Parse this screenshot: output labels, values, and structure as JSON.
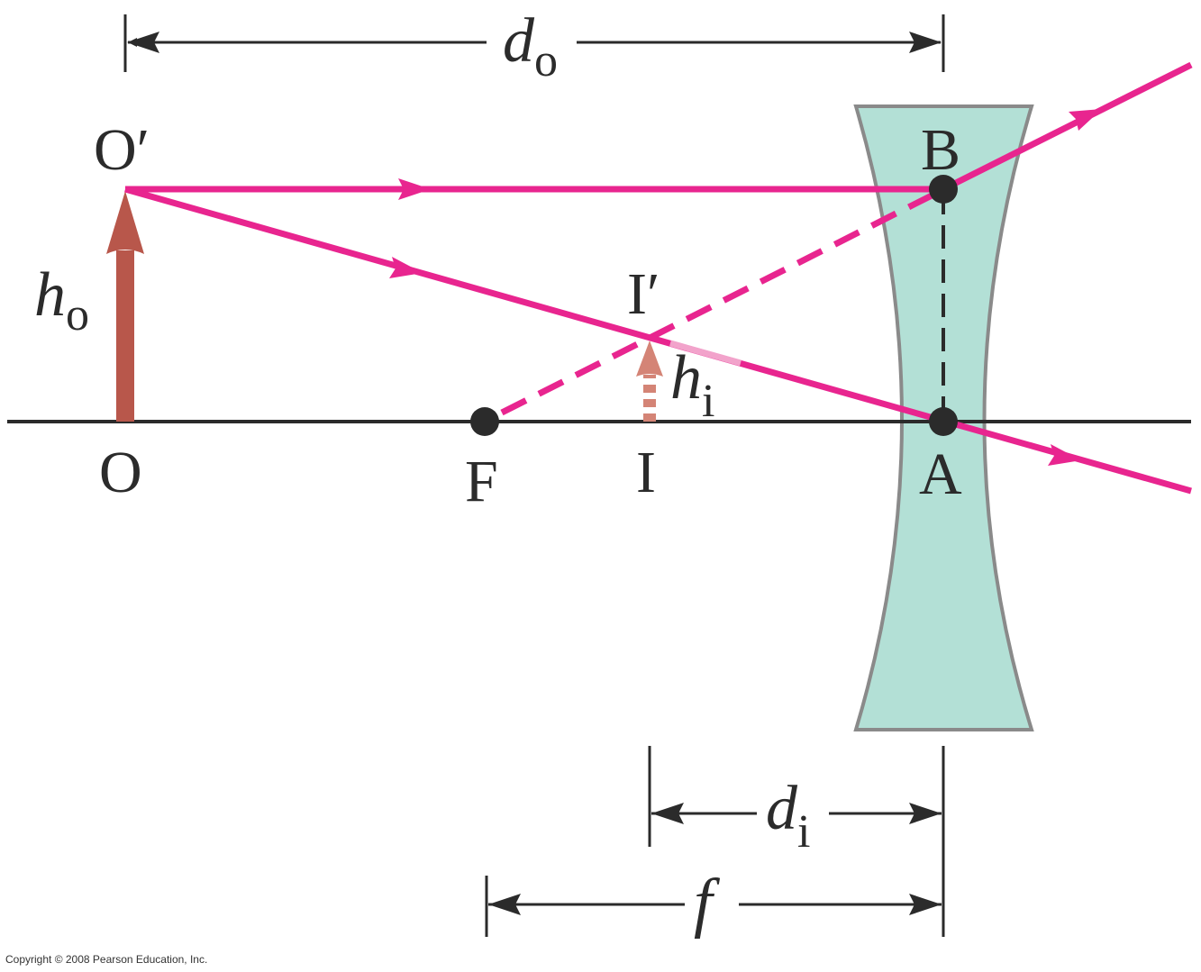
{
  "colors": {
    "ray": "#e8258f",
    "object_arrow": "#b8574b",
    "image_arrow": "#d48476",
    "lens_fill": "#b3e0d6",
    "lens_stroke": "#8a8a8a",
    "ink": "#2b2b2b"
  },
  "points": {
    "O_prime": "O′",
    "O": "O",
    "F": "F",
    "I": "I",
    "I_prime": "I′",
    "A": "A",
    "B": "B"
  },
  "dimensions": {
    "d_o": {
      "sym": "d",
      "sub": "o"
    },
    "d_i": {
      "sym": "d",
      "sub": "i"
    },
    "f": {
      "sym": "f"
    },
    "h_o": {
      "sym": "h",
      "sub": "o"
    },
    "h_i": {
      "sym": "h",
      "sub": "i"
    }
  },
  "copyright": "Copyright © 2008 Pearson Education, Inc."
}
